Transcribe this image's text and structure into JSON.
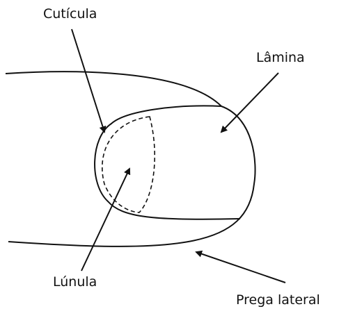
{
  "labels": {
    "cuticula": "Cutícula",
    "lamina": "Lâmina",
    "lunula": "Lúnula",
    "prega_lateral": "Prega lateral"
  },
  "colors": {
    "stroke": "#111111",
    "background": "#ffffff"
  }
}
